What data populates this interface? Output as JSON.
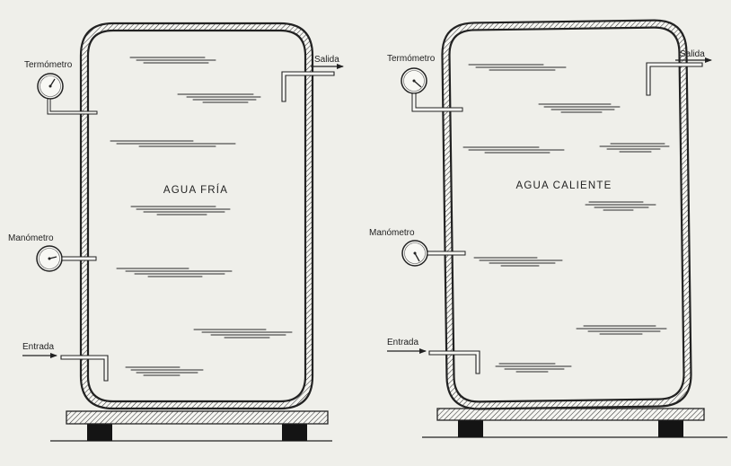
{
  "colors": {
    "background": "#efefea",
    "ink": "#222222",
    "foot": "#141414"
  },
  "tanks": [
    {
      "title": "AGUA FRÍA",
      "labels": {
        "thermometer": "Termómetro",
        "pressure_gauge": "Manómetro",
        "inlet": "Entrada",
        "outlet": "Salida"
      }
    },
    {
      "title": "AGUA CALIENTE",
      "labels": {
        "thermometer": "Termómetro",
        "pressure_gauge": "Manómetro",
        "inlet": "Entrada",
        "outlet": "Salida"
      }
    }
  ]
}
